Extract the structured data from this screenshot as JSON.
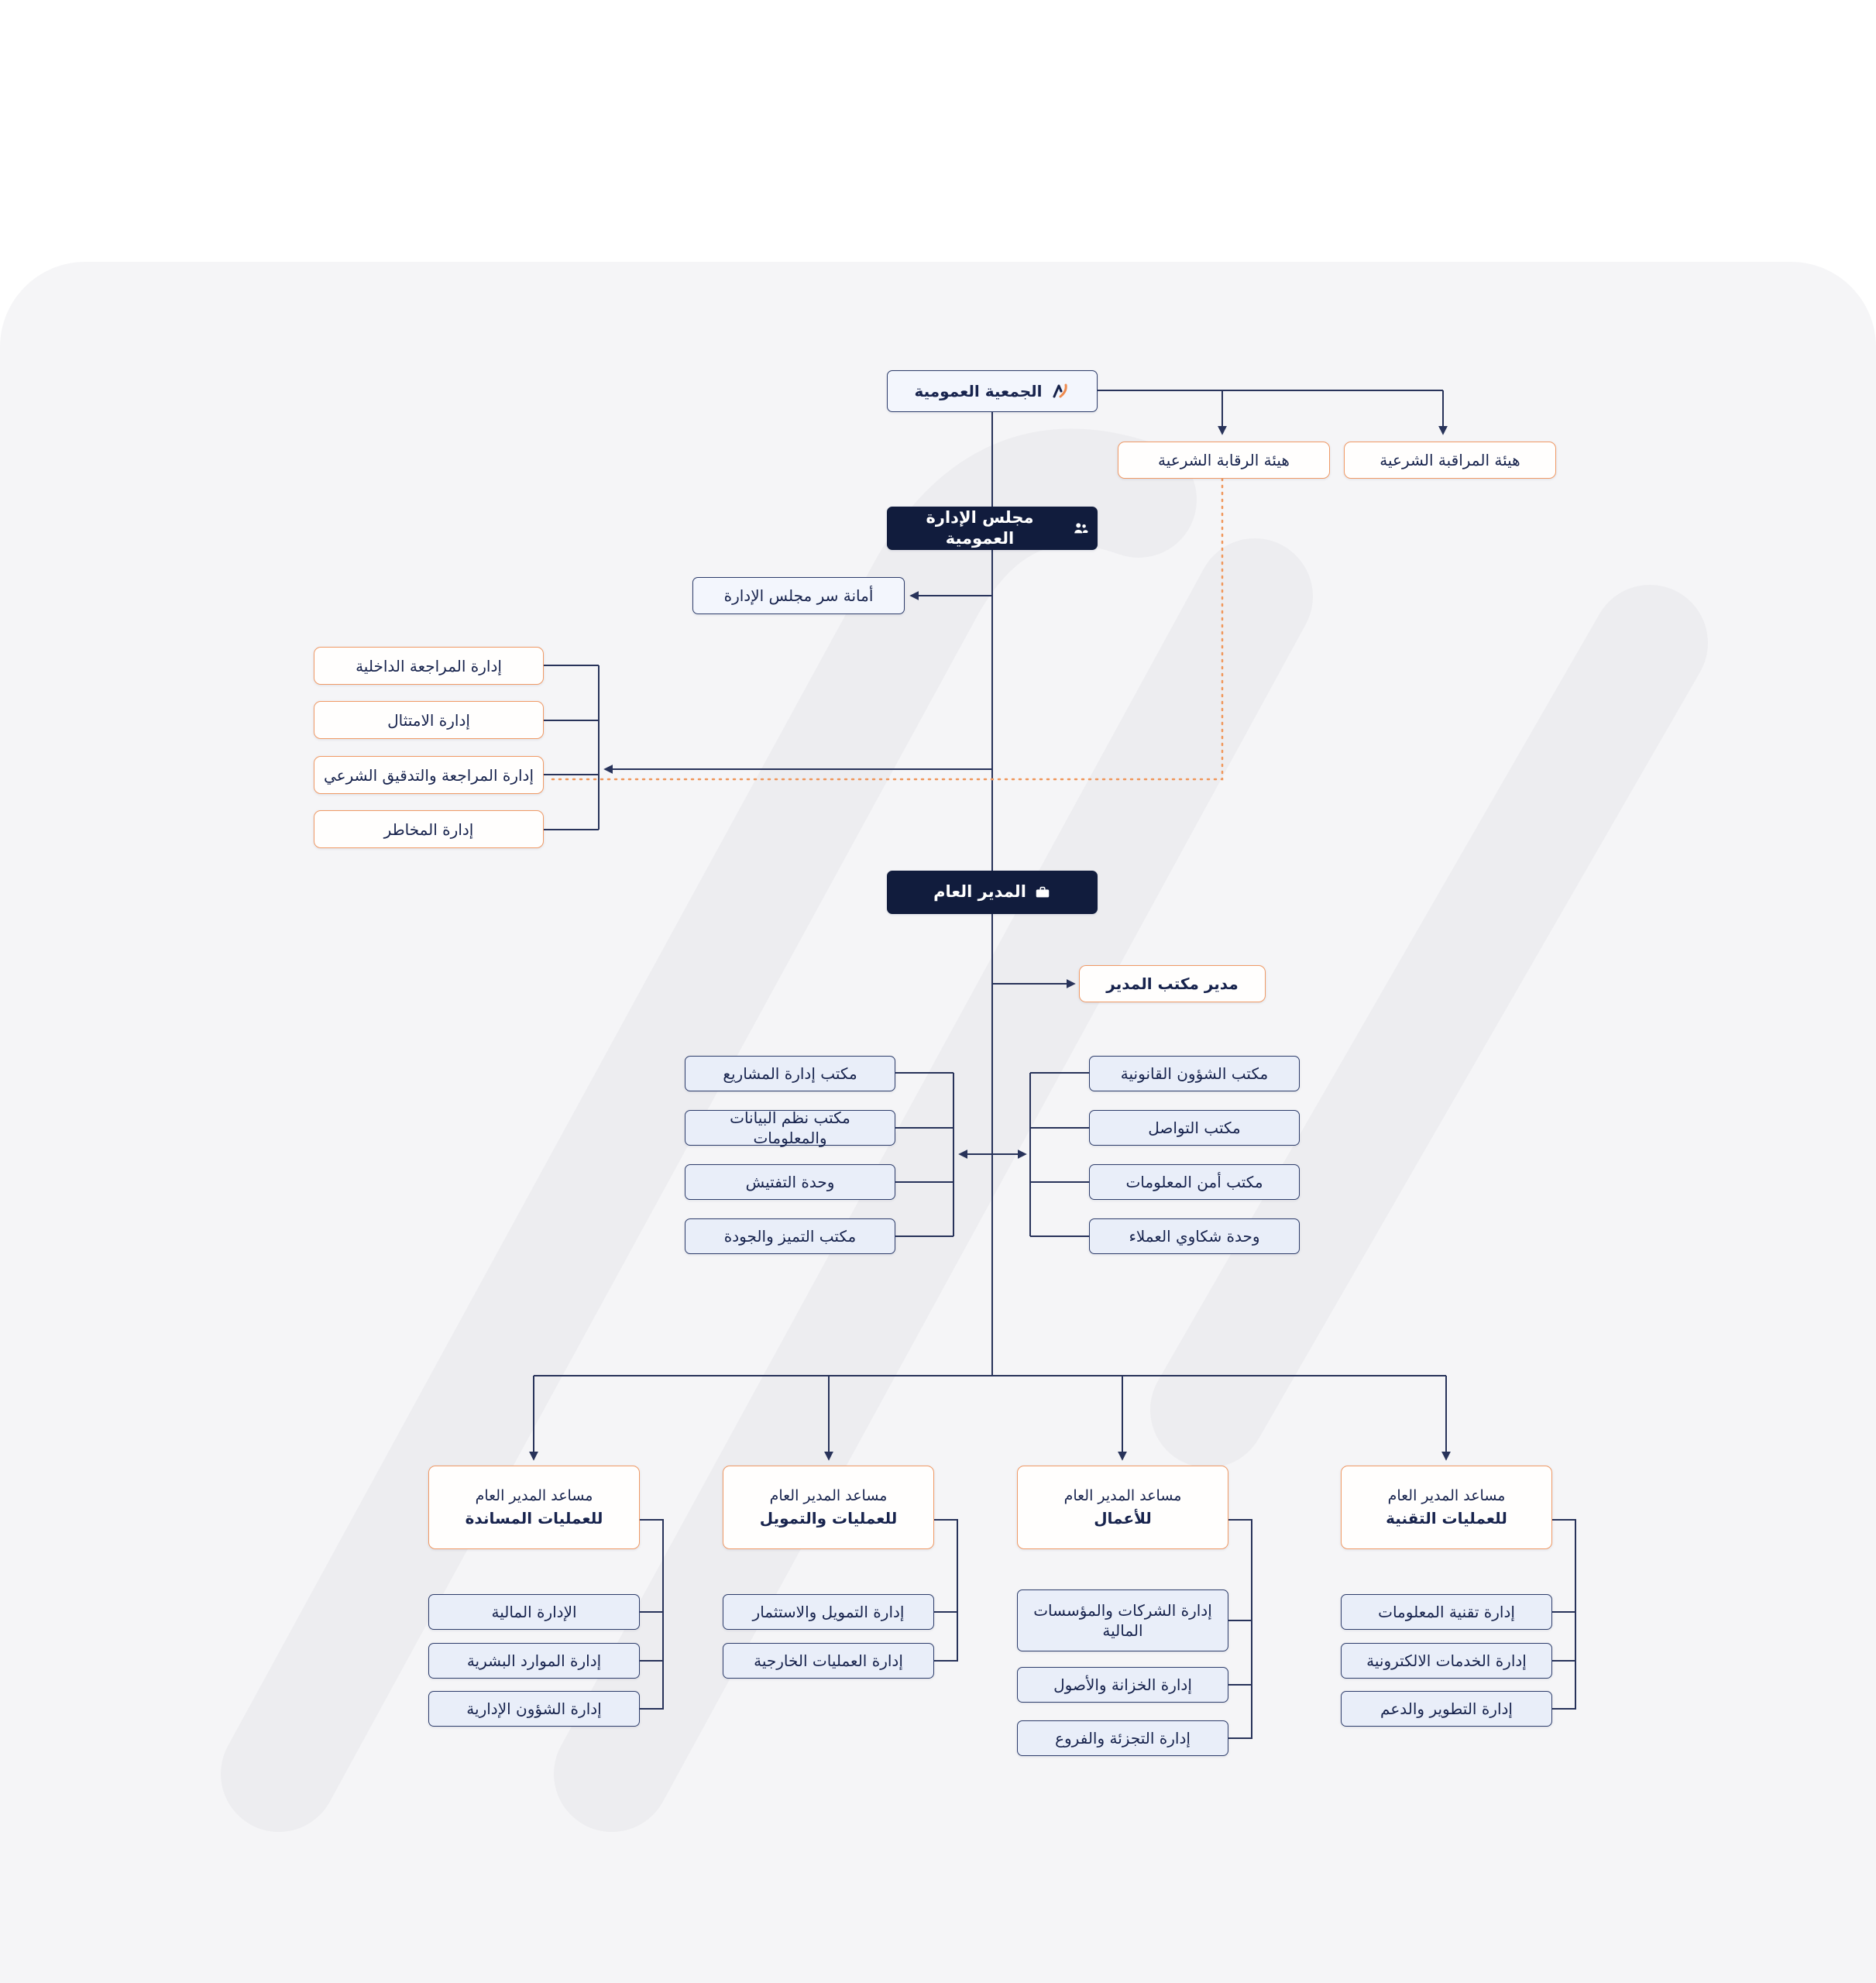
{
  "colors": {
    "connector_navy": "#28335a",
    "accent_orange": "#f0965a",
    "dark_node": "#111c3d",
    "light_node": "#e9eef9",
    "panel_background": "#f5f5f7"
  },
  "icons": {
    "assembly": "brand-logo",
    "board": "org-people",
    "general_manager": "briefcase"
  },
  "nodes": {
    "general_assembly": "الجمعية العمومية",
    "sharia_supervisory": "هيئة الرقابة الشرعية",
    "sharia_monitoring": "هيئة المراقبة الشرعية",
    "board": "مجلس الإدارة العمومية",
    "board_secretariat": "أمانة سر مجلس الإدارة",
    "left_departments": [
      "إدارة المراجعة الداخلية",
      "إدارة الامتثال",
      "إدارة المراجعة والتدقيق الشرعي",
      "إدارة المخاطر"
    ],
    "general_manager": "المدير العام",
    "gm_office_manager": "مدير مكتب المدير",
    "left_offices": [
      "مكتب إدارة المشاريع",
      "مكتب نظم البيانات والمعلومات",
      "وحدة التفتيش",
      "مكتب التميز والجودة"
    ],
    "right_offices": [
      "مكتب الشؤون القانونية",
      "مكتب التواصل",
      "مكتب أمن المعلومات",
      "وحدة شكاوي العملاء"
    ],
    "assistants": [
      {
        "title": "مساعد المدير العام",
        "subtitle": "للعمليات المساندة",
        "children": [
          "الإدارة المالية",
          "إدارة الموارد البشرية",
          "إدارة الشؤون الإدارية"
        ]
      },
      {
        "title": "مساعد المدير العام",
        "subtitle": "للعمليات والتمويل",
        "children": [
          "إدارة التمويل والاستثمار",
          "إدارة العمليات الخارجية"
        ]
      },
      {
        "title": "مساعد المدير العام",
        "subtitle": "للأعمال",
        "children": [
          "إدارة الشركات والمؤسسات المالية",
          "إدارة الخزانة والأصول",
          "إدارة التجزئة والفروع"
        ]
      },
      {
        "title": "مساعد المدير العام",
        "subtitle": "للعمليات التقنية",
        "children": [
          "إدارة تقنية المعلومات",
          "إدارة الخدمات الالكترونية",
          "إدارة التطوير والدعم"
        ]
      }
    ]
  }
}
